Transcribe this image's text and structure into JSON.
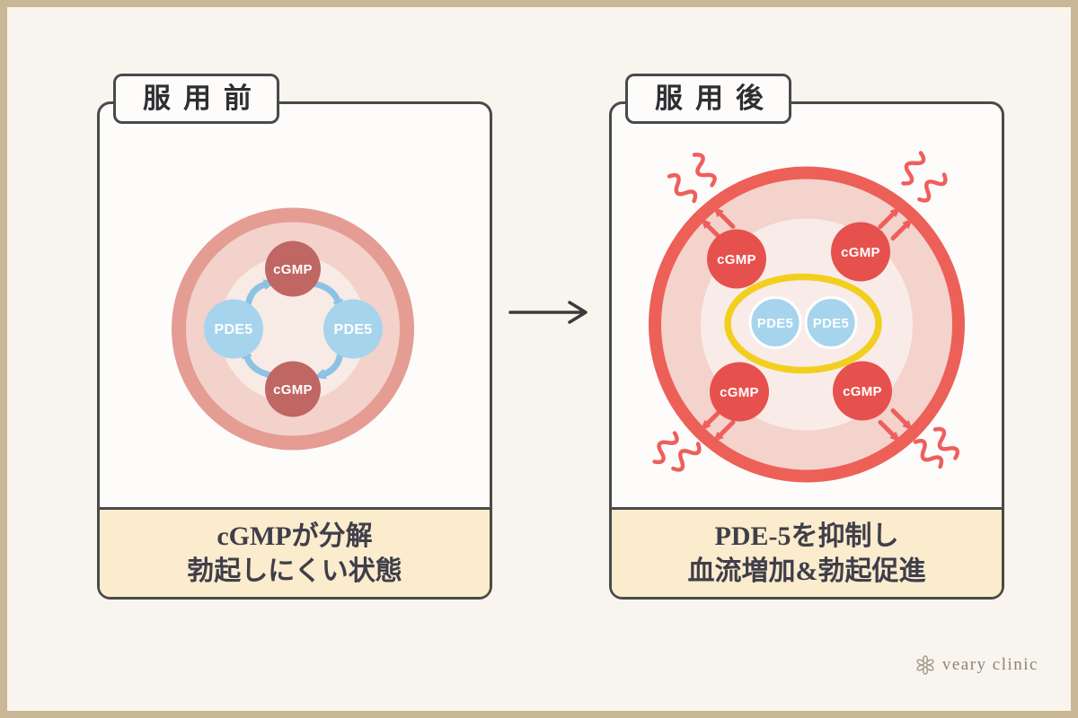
{
  "molecules": {
    "cgmp": "cGMP",
    "pde5": "PDE5"
  },
  "panels": {
    "before": {
      "tab": "服用前",
      "caption_line1": "cGMPが分解",
      "caption_line2": "勃起しにくい状態"
    },
    "after": {
      "tab": "服用後",
      "caption_line1": "PDE-5を抑制し",
      "caption_line2": "血流増加&勃起促進"
    }
  },
  "transition": {
    "icon": "right-arrow-icon"
  },
  "logo": {
    "icon": "flower-icon",
    "text": "veary clinic"
  },
  "colors": {
    "frame_border": "#c9b795",
    "page_bg": "#f8f4ee",
    "panel_bg": "#fdfcfb",
    "panel_border": "#4a4a4a",
    "caption_bg": "#fbeccd",
    "caption_text": "#3f3e4a",
    "vessel_before_ring": "#e49c93",
    "vessel_before_wall": "#f2d2cb",
    "vessel_before_interior": "#f8eae5",
    "vessel_after_ring": "#ec6058",
    "vessel_after_wall": "#f4d3cc",
    "vessel_after_interior": "#f9ece8",
    "cgmp_before": "#c06663",
    "cgmp_after": "#e6514e",
    "pde5_blue": "#a6d4ed",
    "cycle_arrow_blue": "#8cc2e4",
    "inhibition_yellow": "#f2cf1f",
    "accent_red": "#ee5f5c",
    "arrow_dark": "#3b3b3b",
    "logo_gray": "#8d8478"
  }
}
